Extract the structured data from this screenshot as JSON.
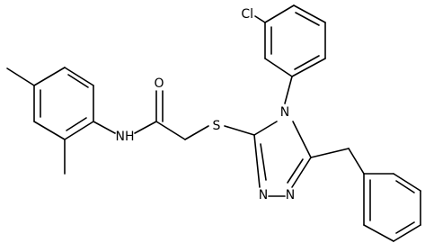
{
  "molecule": {
    "labels": {
      "cl": "Cl",
      "o": "O",
      "s": "S",
      "nh": "NH",
      "n_ring_4": "N",
      "n_ring_a": "N",
      "n_ring_b": "N"
    },
    "colors": {
      "bond": "#000000",
      "text": "#000000",
      "background": "#ffffff"
    }
  }
}
